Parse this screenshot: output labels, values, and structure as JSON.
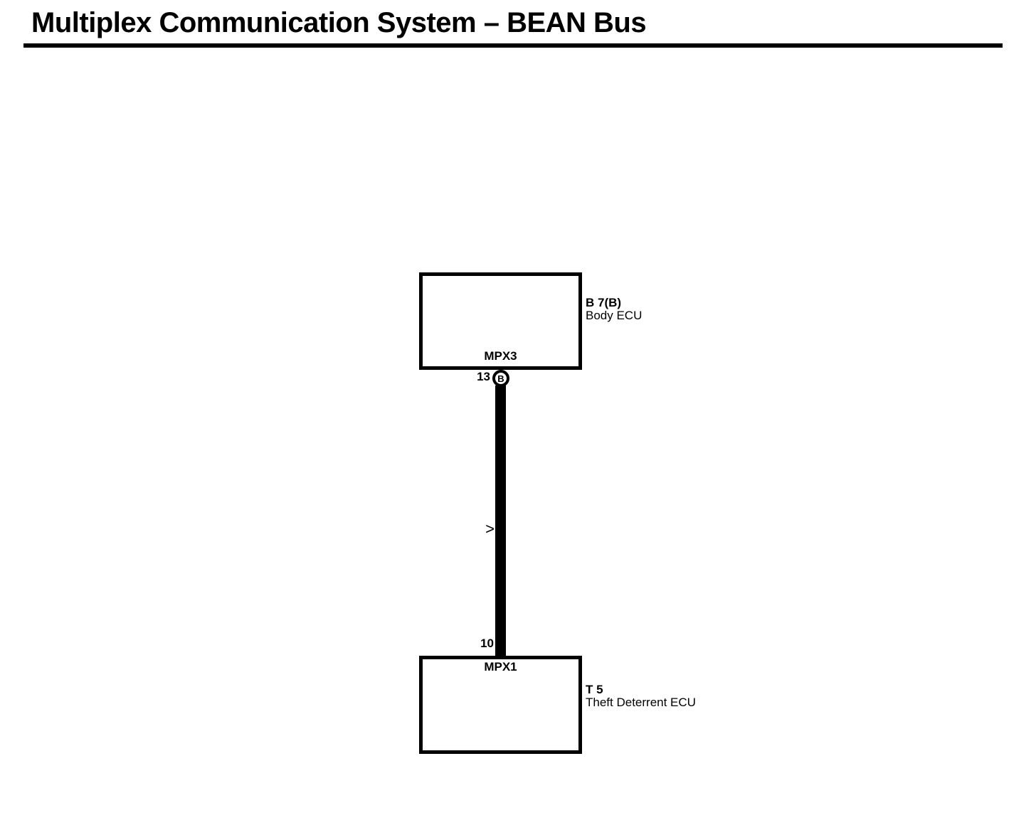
{
  "title": "Multiplex Communication System – BEAN Bus",
  "diagram": {
    "top_component": {
      "connector_pin_label": "MPX3",
      "code": "B 7(B)",
      "name": "Body ECU",
      "pin_number": "13",
      "inline_connector_letter": "B"
    },
    "wire": {
      "direction_marker": ">"
    },
    "bottom_component": {
      "connector_pin_label": "MPX1",
      "code": "T 5",
      "name": "Theft Deterrent ECU",
      "pin_number": "10"
    }
  },
  "colors": {
    "foreground": "#000000",
    "background": "#ffffff"
  }
}
